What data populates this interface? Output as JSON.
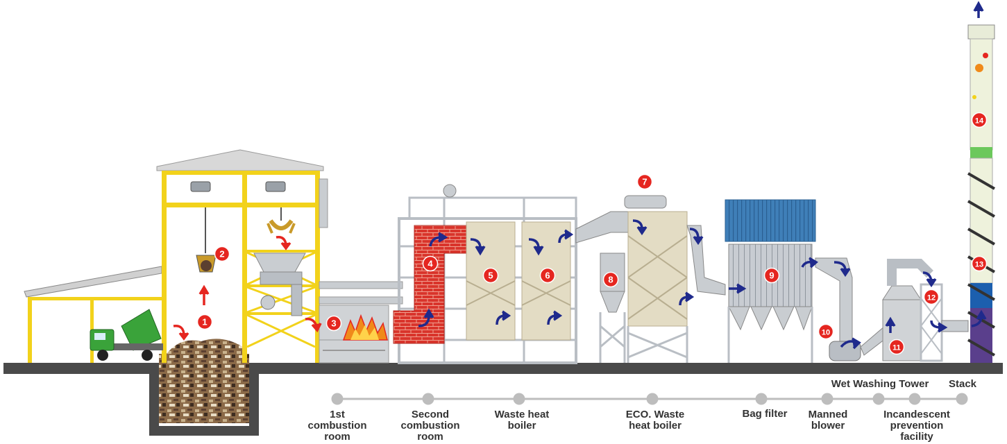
{
  "colors": {
    "ground": "#4a4a4a",
    "frame_yellow": "#f2d21b",
    "brick": "#d9342b",
    "boiler_panel": "#e3dcc4",
    "steel": "#b9bec4",
    "flow_arrow": "#1f2a8c",
    "waste_arrow": "#e52620",
    "badge": "#e52620",
    "timeline": "#bdbdbd",
    "truck_green": "#3aa33a",
    "bag_filter_roof": "#3f7fb8",
    "stack_band": "#1c5fae"
  },
  "markers": [
    {
      "num": "1",
      "name": "badge-1"
    },
    {
      "num": "2",
      "name": "badge-2"
    },
    {
      "num": "3",
      "name": "badge-3"
    },
    {
      "num": "4",
      "name": "badge-4"
    },
    {
      "num": "5",
      "name": "badge-5"
    },
    {
      "num": "6",
      "name": "badge-6"
    },
    {
      "num": "7",
      "name": "badge-7"
    },
    {
      "num": "8",
      "name": "badge-8"
    },
    {
      "num": "9",
      "name": "badge-9"
    },
    {
      "num": "10",
      "name": "badge-10"
    },
    {
      "num": "11",
      "name": "badge-11"
    },
    {
      "num": "12",
      "name": "badge-12"
    },
    {
      "num": "13",
      "name": "badge-13"
    },
    {
      "num": "14",
      "name": "badge-14"
    }
  ],
  "timeline": {
    "stages": [
      {
        "label": "1st\ncombustion\nroom",
        "name": "stage-1st-combustion-room"
      },
      {
        "label": "Second\ncombustion\nroom",
        "name": "stage-second-combustion-room"
      },
      {
        "label": "Waste heat\nboiler",
        "name": "stage-waste-heat-boiler"
      },
      {
        "label": "ECO. Waste\nheat boiler",
        "name": "stage-eco-waste-heat-boiler"
      },
      {
        "label": "Bag filter",
        "name": "stage-bag-filter"
      },
      {
        "label": "Manned\nblower",
        "name": "stage-manned-blower"
      },
      {
        "label": "Wet Washing Tower",
        "name": "stage-wet-washing-tower"
      },
      {
        "label": "Incandescent\nprevention\nfacility",
        "name": "stage-incandescent-prevention-facility"
      },
      {
        "label": "Stack",
        "name": "stage-stack"
      }
    ]
  }
}
